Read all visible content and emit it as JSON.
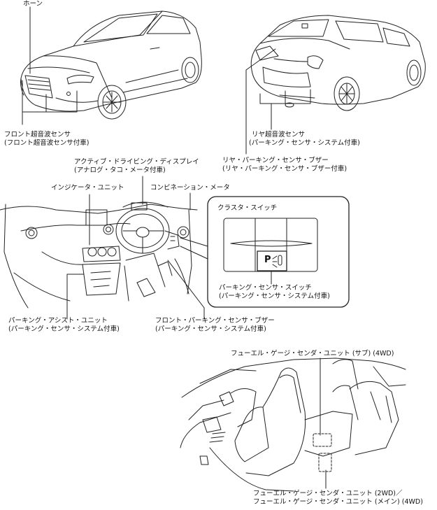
{
  "labels": {
    "horn": "ホーン",
    "front_sensor": "フロント超音波センサ",
    "front_sensor_note": "(フロント超音波センサ付車)",
    "rear_sensor": "リヤ超音波センサ",
    "rear_sensor_note": "(パーキング・センサ・システム付車)",
    "rear_buzzer": "リヤ・パーキング・センサ・ブザー",
    "rear_buzzer_note": "(リヤ・パーキング・センサ・ブザー付車)",
    "active_display": "アクティブ・ドライビング・ディスプレイ",
    "active_display_note": "(アナログ・タコ・メータ付車)",
    "indicator_unit": "インジケータ・ユニット",
    "combination_meter": "コンビネーション・メータ",
    "cluster_switch": "クラスタ・スイッチ",
    "parking_switch": "パーキング・センサ・スイッチ",
    "parking_switch_note": "(パーキング・センサ・システム付車)",
    "parking_assist": "パーキング・アシスト・ユニット",
    "parking_assist_note": "(パーキング・センサ・システム付車)",
    "front_buzzer": "フロント・パーキング・センサ・ブザー",
    "front_buzzer_note": "(パーキング・センサ・システム付車)",
    "fuel_sub": "フューエル・ゲージ・センダ・ユニット (サブ) (4WD)",
    "fuel_2wd": "フューエル・ゲージ・センダ・ユニット (2WD)／",
    "fuel_main": "フューエル・ゲージ・センダ・ユニット (メイン) (4WD)"
  },
  "switch_icon_text": "P"
}
